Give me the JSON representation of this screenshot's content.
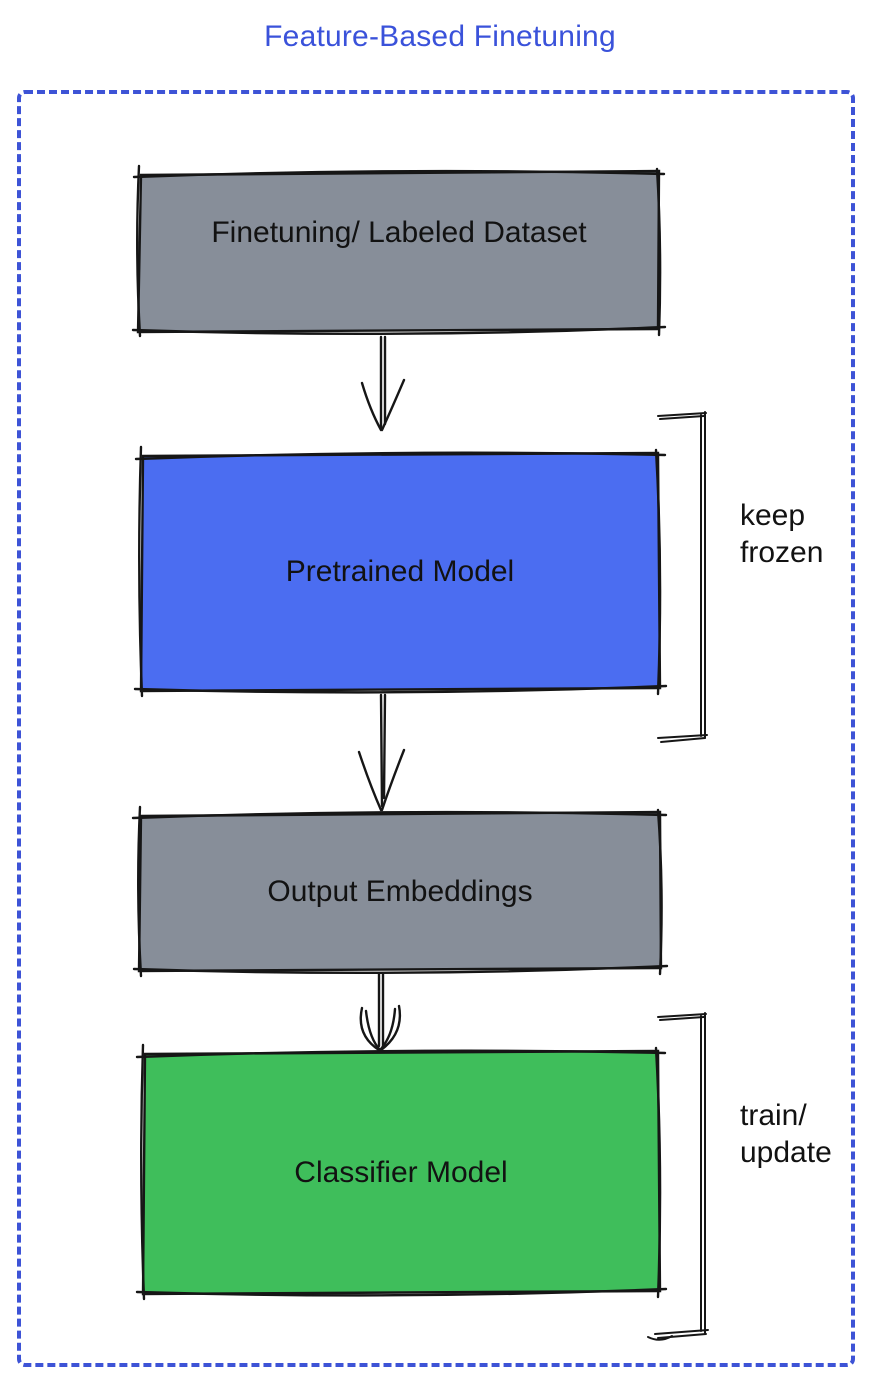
{
  "title": {
    "text": "Feature-Based Finetuning",
    "color": "#3A52DA"
  },
  "diagram": {
    "frame_border_color": "#3D53D6",
    "stroke_color": "#161616",
    "nodes": [
      {
        "id": "dataset",
        "label": "Finetuning/ Labeled Dataset",
        "fill": "#878E99"
      },
      {
        "id": "pretrained",
        "label": "Pretrained Model",
        "fill": "#4B6DF1"
      },
      {
        "id": "embeddings",
        "label": "Output Embeddings",
        "fill": "#878E99"
      },
      {
        "id": "classifier",
        "label": "Classifier Model",
        "fill": "#3FBE5B"
      }
    ],
    "arrows": [
      {
        "from": "dataset",
        "to": "pretrained"
      },
      {
        "from": "pretrained",
        "to": "embeddings"
      },
      {
        "from": "embeddings",
        "to": "classifier"
      }
    ],
    "annotations": [
      {
        "id": "keep-frozen",
        "text": "keep\nfrozen",
        "target": "pretrained"
      },
      {
        "id": "train-update",
        "text": "train/\nupdate",
        "target": "classifier"
      }
    ]
  }
}
